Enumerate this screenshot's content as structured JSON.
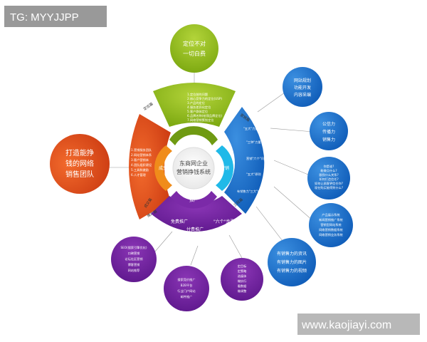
{
  "watermark": "TG: MYYJJPP",
  "url": "www.kaojiayi.com",
  "center": {
    "line1": "东商网企业",
    "line2": "营销挣钱系统"
  },
  "ring": {
    "top": "定位",
    "right": "营销",
    "bottom": "推广",
    "left": "成交"
  },
  "green": {
    "title_lines": [
      "定位不对",
      "一切白费"
    ],
    "side_label": "定位篇",
    "items": [
      "1.定位前的问题",
      "2.核心竞争力的定位(USP)",
      "3.产品的定位",
      "4.服务差异化定位",
      "5.客户群体定位",
      "6.品牌名称(给我品牌定位)",
      "7.网络营销策划定位"
    ]
  },
  "orange": {
    "title_lines": [
      "打造能挣",
      "钱的网络",
      "销售团队"
    ],
    "side_label": "成交篇",
    "items": [
      "1.营销服务团队",
      "2.网站营销体系",
      "3.客户营销体",
      "4.团队组织建设",
      "5.工具和激励",
      "6.人才管理"
    ]
  },
  "blue": {
    "side_label": "营销篇",
    "bottom_label": "三段篇",
    "segments": [
      "\"五大\"力量",
      "\"三种\"力量",
      "营销\"六个\"问题",
      "\"五大\"原则",
      "有销售力\"三大\"内容"
    ],
    "bubble1_lines": [
      "网站规划",
      "功能开发",
      "内容采编"
    ],
    "bubble2_lines": [
      "公信力",
      "传播力",
      "销售力"
    ],
    "bubble3_lines": [
      "你是谁?",
      "能做点什么?",
      "跟我什么关系?",
      "如何打造信任?",
      "如何让顾客更信任你?",
      "现在购买能得到什么?"
    ],
    "bubble4_lines": [
      "产品展示系统",
      "新闻营销推广系统",
      "营销型网站系统",
      "网络营销数据系统",
      "网络营销业务系统"
    ],
    "bubble5_lines": [
      "有销售力的资讯",
      "有销售力的图片",
      "有销售力的视频"
    ]
  },
  "purple": {
    "side_label": "推广篇",
    "segments": [
      "免费推广",
      "付费推广",
      "\"六个\"步骤"
    ],
    "bubble1_lines": [
      "SEO(搜索引擎优化)",
      "口碑营销",
      "论坛社区营销",
      "博客营销",
      "网站推荐"
    ],
    "bubble2_lines": [
      "搜索竞价推广",
      "B2B平台",
      "行业门户网站",
      "邮件推广"
    ],
    "bubble3_lines": [
      "定目标",
      "定策略",
      "选媒体",
      "做执行",
      "看数据",
      "做调整"
    ]
  },
  "colors": {
    "green": "#8fbe1a",
    "orange": "#e5531c",
    "blue": "#1a6fcf",
    "purple": "#6a1e9a",
    "arrow_cyan": "#20b9e8"
  }
}
